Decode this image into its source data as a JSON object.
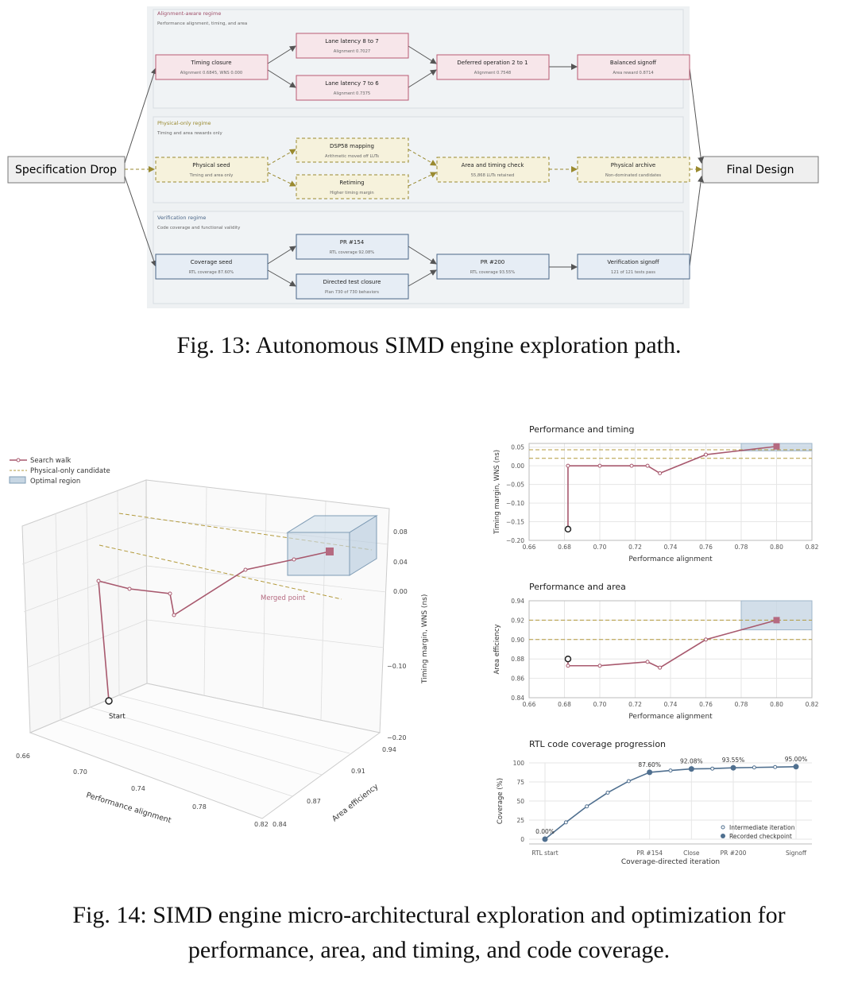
{
  "fig13": {
    "caption": "Fig. 13: Autonomous SIMD engine exploration path.",
    "start_node": "Specification Drop",
    "end_node": "Final Design",
    "regions": [
      {
        "title": "Alignment-aware regime",
        "subtitle": "Performance alignment, timing, and area",
        "nodes": [
          {
            "title": "Timing closure",
            "sub": "Alignment 0.6845, WNS 0.000"
          },
          {
            "title": "Lane latency 8 to 7",
            "sub": "Alignment 0.7027"
          },
          {
            "title": "Lane latency 7 to 6",
            "sub": "Alignment 0.7375"
          },
          {
            "title": "Deferred operation 2 to 1",
            "sub": "Alignment 0.7548"
          },
          {
            "title": "Balanced signoff",
            "sub": "Area reward 0.8714"
          }
        ]
      },
      {
        "title": "Physical-only regime",
        "subtitle": "Timing and area rewards only",
        "nodes": [
          {
            "title": "Physical seed",
            "sub": "Timing and area only"
          },
          {
            "title": "DSP58 mapping",
            "sub": "Arithmetic moved off LUTs"
          },
          {
            "title": "Retiming",
            "sub": "Higher timing margin"
          },
          {
            "title": "Area and timing check",
            "sub": "55,868 LUTs retained"
          },
          {
            "title": "Physical archive",
            "sub": "Non-dominated candidates"
          }
        ]
      },
      {
        "title": "Verification regime",
        "subtitle": "Code coverage and functional validity",
        "nodes": [
          {
            "title": "Coverage seed",
            "sub": "RTL coverage 87.60%"
          },
          {
            "title": "PR #154",
            "sub": "RTL coverage 92.08%"
          },
          {
            "title": "Directed test closure",
            "sub": "Plan 730 of 730 behaviors"
          },
          {
            "title": "PR #200",
            "sub": "RTL coverage 93.55%"
          },
          {
            "title": "Verification signoff",
            "sub": "121 of 121 tests pass"
          }
        ]
      }
    ]
  },
  "fig14": {
    "caption_line1": "Fig. 14: SIMD engine micro-architectural exploration and optimization for",
    "caption_line2": "performance, area, and timing, and code coverage."
  },
  "chart_data": [
    {
      "type": "line",
      "projection": "3d",
      "legend": [
        "Search walk",
        "Physical-only candidate",
        "Optimal region"
      ],
      "xlabel": "Performance alignment",
      "ylabel": "Area efficiency",
      "zlabel": "Timing margin, WNS (ns)",
      "x_ticks": [
        "0.66",
        "0.70",
        "0.74",
        "0.78",
        "0.82"
      ],
      "y_ticks": [
        "0.84",
        "0.87",
        "0.91",
        "0.94"
      ],
      "z_ticks": [
        "0.08",
        "0.04",
        "0.00",
        "−0.10",
        "−0.20"
      ],
      "annotations": [
        "Start",
        "Merged point"
      ],
      "series": [
        {
          "name": "Search walk",
          "x": [
            0.682,
            0.682,
            0.7,
            0.718,
            0.727,
            0.734,
            0.76,
            0.8
          ],
          "y": [
            0.88,
            0.873,
            0.873,
            0.873,
            0.877,
            0.871,
            0.9,
            0.92
          ],
          "z": [
            -0.17,
            0.0,
            0.0,
            0.0,
            0.0,
            -0.02,
            0.03,
            0.052
          ]
        }
      ]
    },
    {
      "type": "line",
      "title": "Performance and timing",
      "xlabel": "Performance alignment",
      "ylabel": "Timing margin, WNS (ns)",
      "xlim": [
        0.66,
        0.82
      ],
      "ylim": [
        -0.2,
        0.06
      ],
      "x_ticks": [
        "0.66",
        "0.68",
        "0.70",
        "0.72",
        "0.74",
        "0.76",
        "0.78",
        "0.80",
        "0.82"
      ],
      "y_ticks": [
        "0.05",
        "0.00",
        "−0.05",
        "−0.10",
        "−0.15",
        "−0.20"
      ],
      "x": [
        0.682,
        0.682,
        0.7,
        0.718,
        0.727,
        0.734,
        0.76,
        0.8
      ],
      "values": [
        -0.17,
        0.0,
        0.0,
        0.0,
        0.0,
        -0.02,
        0.03,
        0.052
      ],
      "reference_lines": [
        0.043,
        0.02
      ],
      "optimal_region": {
        "x": [
          0.78,
          0.82
        ],
        "y": [
          0.04,
          0.06
        ]
      },
      "grid": true
    },
    {
      "type": "line",
      "title": "Performance and area",
      "xlabel": "Performance alignment",
      "ylabel": "Area efficiency",
      "xlim": [
        0.66,
        0.82
      ],
      "ylim": [
        0.84,
        0.94
      ],
      "x_ticks": [
        "0.66",
        "0.68",
        "0.70",
        "0.72",
        "0.74",
        "0.76",
        "0.78",
        "0.80",
        "0.82"
      ],
      "y_ticks": [
        "0.94",
        "0.92",
        "0.90",
        "0.88",
        "0.86",
        "0.84"
      ],
      "x": [
        0.682,
        0.682,
        0.7,
        0.727,
        0.734,
        0.76,
        0.8
      ],
      "values": [
        0.88,
        0.873,
        0.873,
        0.877,
        0.871,
        0.9,
        0.92
      ],
      "reference_lines": [
        0.92,
        0.9
      ],
      "optimal_region": {
        "x": [
          0.78,
          0.82
        ],
        "y": [
          0.91,
          0.94
        ]
      },
      "grid": true
    },
    {
      "type": "line",
      "title": "RTL code coverage progression",
      "xlabel": "Coverage-directed iteration",
      "ylabel": "Coverage (%)",
      "ylim": [
        0,
        100
      ],
      "y_ticks": [
        "100",
        "75",
        "50",
        "25",
        "0"
      ],
      "categories": [
        "RTL start",
        "PR #154",
        "Close",
        "PR #200",
        "Signoff"
      ],
      "legend": [
        "Intermediate iteration",
        "Recorded checkpoint"
      ],
      "x": [
        0,
        1,
        2,
        3,
        4,
        5,
        6,
        7,
        8,
        9,
        10,
        11,
        12
      ],
      "values": [
        0.0,
        22.0,
        43.0,
        61.0,
        76.0,
        87.6,
        90.0,
        92.08,
        92.5,
        93.55,
        94.0,
        94.5,
        95.0
      ],
      "checkpoints": [
        {
          "x": 0,
          "value": 0.0,
          "label": "0.00%"
        },
        {
          "x": 5,
          "value": 87.6,
          "label": "87.60%"
        },
        {
          "x": 7,
          "value": 92.08,
          "label": "92.08%"
        },
        {
          "x": 9,
          "value": 93.55,
          "label": "93.55%"
        },
        {
          "x": 12,
          "value": 95.0,
          "label": "95.00%"
        }
      ],
      "grid": true
    }
  ]
}
